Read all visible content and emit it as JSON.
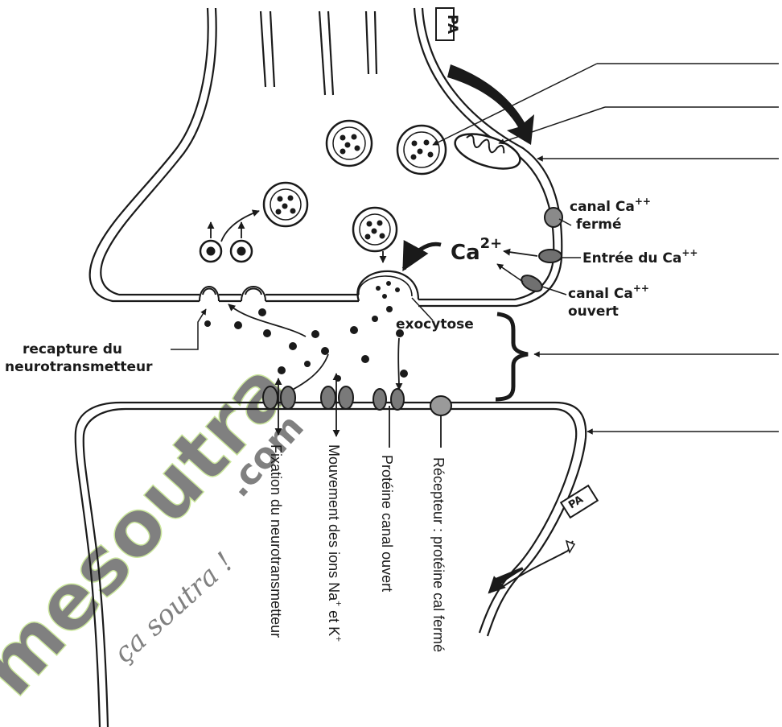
{
  "pa_top": "PA",
  "pa_bottom": "PA",
  "labels": {
    "canal_ferme_1": "canal Ca",
    "canal_ferme_sup": "++",
    "canal_ferme_2": "fermé",
    "entree": "Entrée du  Ca",
    "entree_sup": "++",
    "canal_ouvert_1": "canal Ca",
    "canal_ouvert_sup": "++",
    "canal_ouvert_2": "ouvert",
    "ca_ion": "Ca",
    "ca_ion_sup": "2+",
    "exocytose": "exocytose",
    "recapture_1": "recapture du",
    "recapture_2": "neurotransmetteur"
  },
  "vertical_labels": {
    "fixation": "Fixation du neurotransmetteur",
    "mouvement": "Mouvement des ions Na",
    "mouvement_sup1": "+",
    "mouvement_mid": " et K",
    "mouvement_sup2": "+",
    "proteine_ouvert": "Protéine canal ouvert",
    "recepteur_ferme": "Récepteur : protéine cal fermé"
  },
  "watermark": {
    "main": "mesoutra",
    "tld": ".com",
    "tagline": "ça soutra !"
  },
  "colors": {
    "ink": "#1a1a1a",
    "membrane_fill": "#ffffff",
    "watermark": "#bfe870"
  }
}
